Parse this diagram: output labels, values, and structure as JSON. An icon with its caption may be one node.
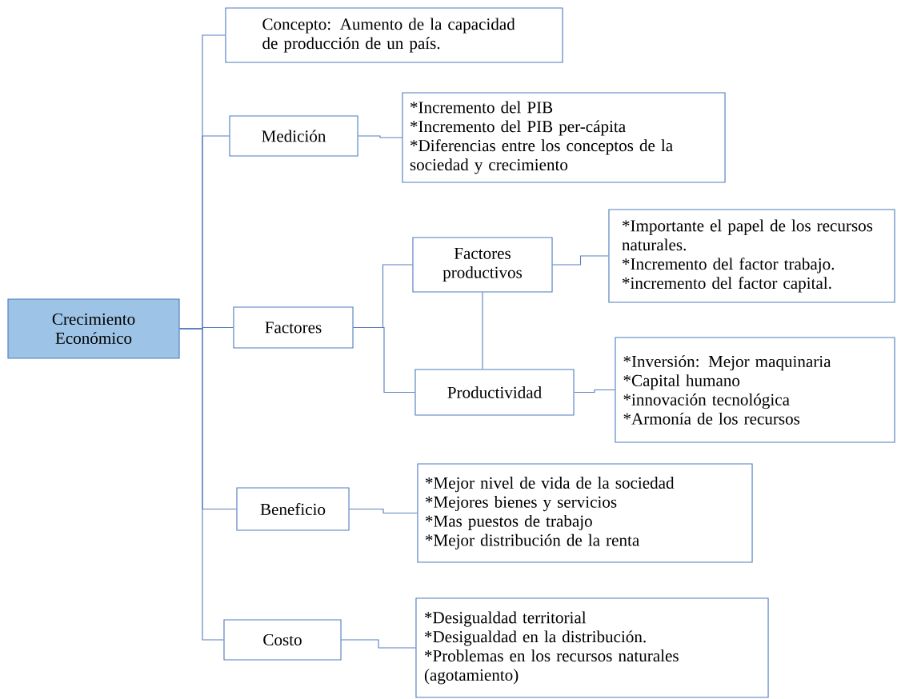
{
  "diagram": {
    "nodes": [
      {
        "text": [
          "Crecimiento Económico"
        ]
      },
      {
        "text": [
          "Concepto: Aumento de la capacidad de producción de un país."
        ]
      },
      {
        "text": [
          "Medición"
        ]
      },
      {
        "text": [
          "*Incremento del PIB",
          "*Incremento del PIB per-cápita",
          "*Diferencias entre los conceptos de la sociedad y crecimiento"
        ]
      },
      {
        "text": [
          "Factores"
        ]
      },
      {
        "text": [
          "Factores productivos"
        ]
      },
      {
        "text": [
          "*Importante el papel de los recursos naturales.",
          "*Incremento del factor trabajo.",
          "*incremento del factor capital."
        ]
      },
      {
        "text": [
          "Productividad"
        ]
      },
      {
        "text": [
          "*Inversión: Mejor maquinaria",
          "*Capital humano",
          "*innovación tecnológica",
          "*Armonía de los recursos"
        ]
      },
      {
        "text": [
          "Beneficio"
        ]
      },
      {
        "text": [
          "*Mejor nivel de vida de la sociedad",
          "*Mejores bienes y servicios",
          "*Mas puestos de trabajo",
          "*Mejor distribución de la renta"
        ]
      },
      {
        "text": [
          "Costo"
        ]
      },
      {
        "text": [
          "*Desigualdad territorial",
          "*Desigualdad en la distribución.",
          "*Problemas en los recursos naturales (agotamiento)"
        ]
      }
    ],
    "edges": [
      {
        "from": 0,
        "to": 1,
        "arrow": "none"
      },
      {
        "from": 0,
        "to": 2,
        "arrow": "none"
      },
      {
        "from": 0,
        "to": 4,
        "arrow": "none"
      },
      {
        "from": 0,
        "to": 9,
        "arrow": "none"
      },
      {
        "from": 0,
        "to": 11,
        "arrow": "none"
      },
      {
        "from": 2,
        "to": 3,
        "arrow": "none"
      },
      {
        "from": 4,
        "to": 5,
        "arrow": "none"
      },
      {
        "from": 4,
        "to": 7,
        "arrow": "none"
      },
      {
        "from": 5,
        "to": 6,
        "arrow": "none"
      },
      {
        "from": 5,
        "to": 7,
        "arrow": "none"
      },
      {
        "from": 7,
        "to": 8,
        "arrow": "none"
      },
      {
        "from": 9,
        "to": 10,
        "arrow": "none"
      },
      {
        "from": 11,
        "to": 12,
        "arrow": "none"
      }
    ]
  }
}
